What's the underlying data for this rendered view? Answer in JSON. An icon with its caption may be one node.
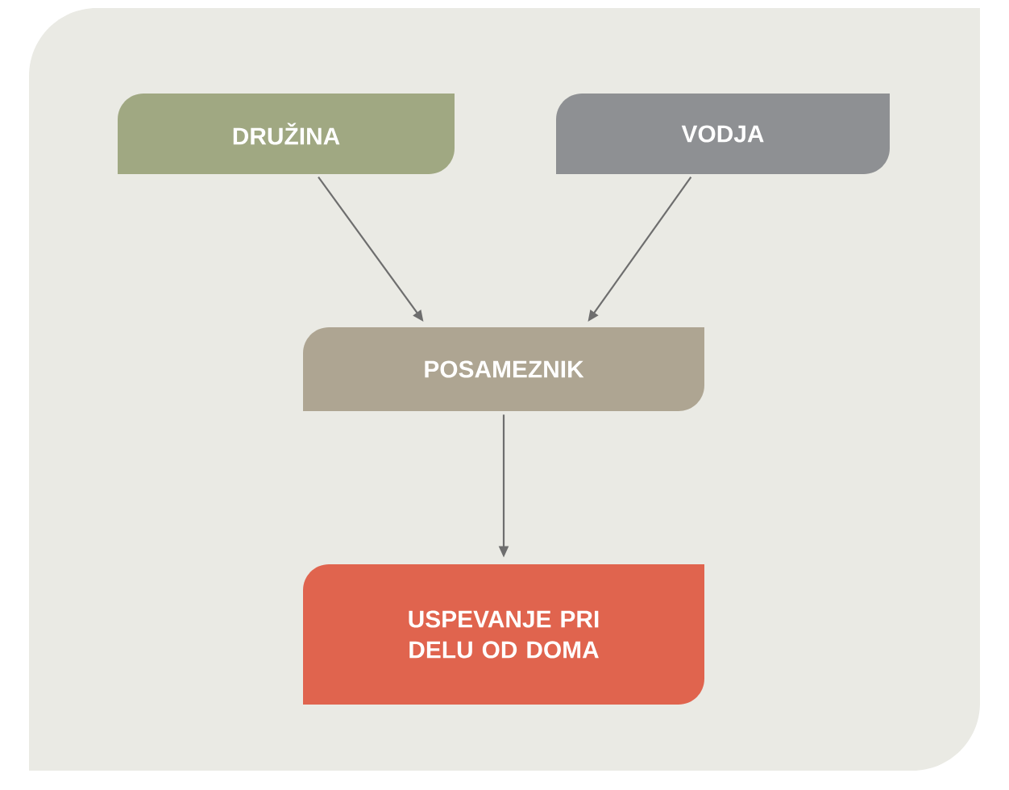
{
  "diagram": {
    "nodes": [
      {
        "text": [
          "DRUŽINA"
        ]
      },
      {
        "text": [
          "VODJA"
        ]
      },
      {
        "text": [
          "POSAMEZNIK"
        ]
      },
      {
        "text": [
          "USPEVANJE PRI DELU OD DOMA"
        ]
      }
    ],
    "edges": [
      {
        "from": 0,
        "to": 2,
        "arrow": "to"
      },
      {
        "from": 1,
        "to": 2,
        "arrow": "to"
      },
      {
        "from": 2,
        "to": 3,
        "arrow": "to"
      }
    ]
  }
}
